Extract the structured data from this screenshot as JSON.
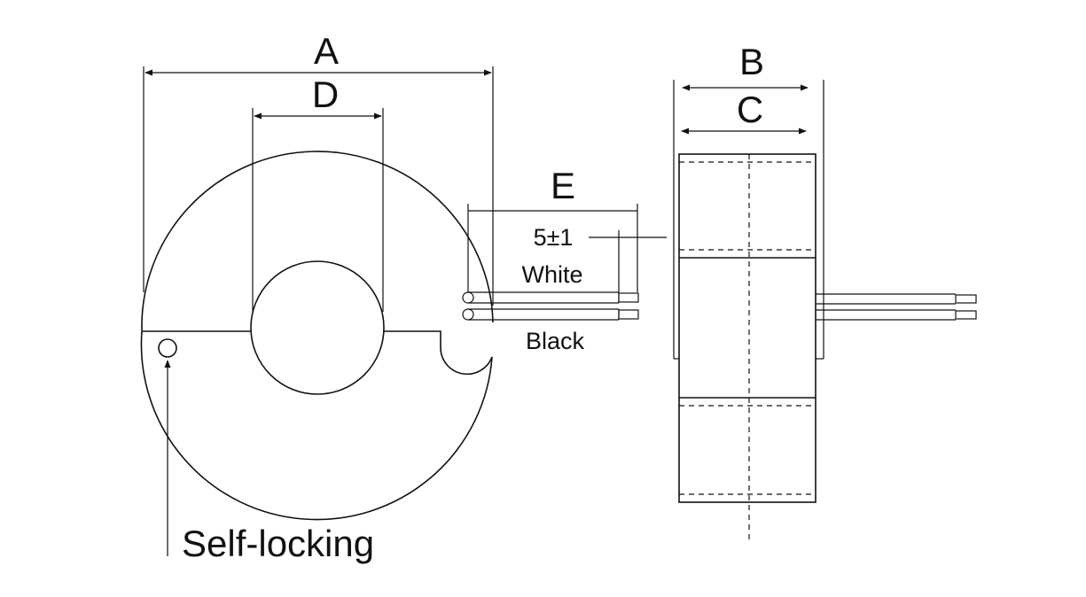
{
  "diagram": {
    "dimension_labels": {
      "a": "A",
      "b": "B",
      "c": "C",
      "d": "D",
      "e": "E"
    },
    "lead_length": "5±1",
    "wires": {
      "top": "White",
      "bottom": "Black"
    },
    "callout": "Self-locking",
    "colors": {
      "line": "#111111",
      "background": "#ffffff"
    }
  }
}
